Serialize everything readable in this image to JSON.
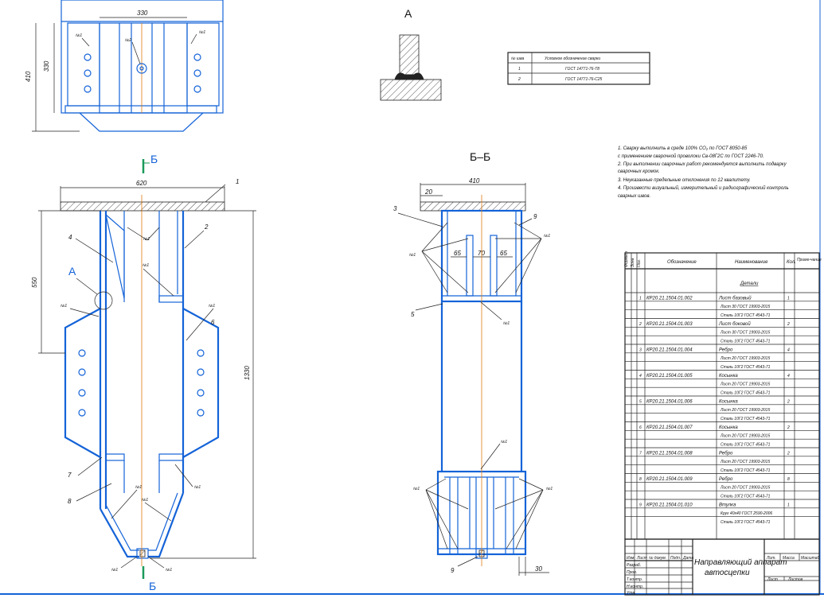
{
  "view_labels": {
    "detail": "А",
    "section_mark": "Б",
    "section_title": "Б–Б"
  },
  "dimensions": {
    "top_width": "330",
    "top_height_outer": "410",
    "top_height_inner": "330",
    "front_width": "620",
    "front_depth": "550",
    "front_total": "1330",
    "section_width": "410",
    "section_20": "20",
    "section_65a": "65",
    "section_70": "70",
    "section_65b": "65",
    "section_30": "30"
  },
  "callouts": {
    "weld": "№1",
    "weld2": "№2",
    "p1": "1",
    "p2": "2",
    "p3": "3",
    "p4": "4",
    "p5": "5",
    "p6": "6",
    "p7": "7",
    "p8": "8",
    "p9": "9"
  },
  "weld_table": {
    "headers": [
      "№ шва",
      "Условное обозначение сварки"
    ],
    "rows": [
      [
        "1",
        "ГОСТ 14771-76-Т8"
      ],
      [
        "2",
        "ГОСТ 14771-76-С25"
      ]
    ]
  },
  "notes": [
    "1. Сварку выполнить в среде 100% CO₂ по ГОСТ 8050-85",
    "с применением сварочной проволоки Св-08Г2С по ГОСТ 2246-70.",
    "2. При выполнении сварочных работ рекомендуется выполнить подварку",
    "сварочных кромок.",
    "3. Неуказанные предельные отклонения по 12 квалитету.",
    "4. Произвести визуальный, измерительный и радиографический контроль",
    "сварных швов."
  ],
  "spec": {
    "headers": [
      "Формат",
      "Зона",
      "Поз.",
      "Обозначение",
      "Наименование",
      "Кол.",
      "Приме-чание"
    ],
    "section": "Детали",
    "items": [
      {
        "pos": "1",
        "code": "КР20.21.1504.01.002",
        "name": "Лист базовый",
        "spec1": "Лист 30 ГОСТ 19903-2015",
        "spec2": "Сталь 10Г2 ГОСТ 4543-71",
        "qty": "1"
      },
      {
        "pos": "2",
        "code": "КР20.21.1504.01.003",
        "name": "Лист боковой",
        "spec1": "Лист 30 ГОСТ 19903-2015",
        "spec2": "Сталь 10Г2 ГОСТ 4543-71",
        "qty": "2"
      },
      {
        "pos": "3",
        "code": "КР20.21.1504.01.004",
        "name": "Ребро",
        "spec1": "Лист 20 ГОСТ 19903-2015",
        "spec2": "Сталь 10Г2 ГОСТ 4543-71",
        "qty": "4"
      },
      {
        "pos": "4",
        "code": "КР20.21.1504.01.005",
        "name": "Косынка",
        "spec1": "Лист 20 ГОСТ 19903-2015",
        "spec2": "Сталь 10Г2 ГОСТ 4543-71",
        "qty": "4"
      },
      {
        "pos": "5",
        "code": "КР20.21.1504.01.006",
        "name": "Косынка",
        "spec1": "Лист 20 ГОСТ 19903-2015",
        "spec2": "Сталь 10Г2 ГОСТ 4543-71",
        "qty": "2"
      },
      {
        "pos": "6",
        "code": "КР20.21.1504.01.007",
        "name": "Косынка",
        "spec1": "Лист 20 ГОСТ 19903-2015",
        "spec2": "Сталь 10Г2 ГОСТ 4543-71",
        "qty": "2"
      },
      {
        "pos": "7",
        "code": "КР20.21.1504.01.008",
        "name": "Ребро",
        "spec1": "Лист 20 ГОСТ 19903-2015",
        "spec2": "Сталь 10Г2 ГОСТ 4543-71",
        "qty": "2"
      },
      {
        "pos": "8",
        "code": "КР20.21.1504.01.009",
        "name": "Ребро",
        "spec1": "Лист 20 ГОСТ 19903-2015",
        "spec2": "Сталь 10Г2 ГОСТ 4543-71",
        "qty": "8"
      },
      {
        "pos": "9",
        "code": "КР20.21.1504.01.010",
        "name": "Втулка",
        "spec1": "Круг 40х40 ГОСТ 2590-2006",
        "spec2": "Сталь 10Г2 ГОСТ 4543-71",
        "qty": "1"
      }
    ]
  },
  "title_block": {
    "title": "Направляющий аппарат",
    "subtitle": "автосцепки",
    "col_headers": [
      "Лит.",
      "Масса",
      "Масштаб"
    ],
    "rows_left": [
      "Изм.",
      "Лист",
      "№ докум.",
      "Подп.",
      "Дата"
    ],
    "roles": [
      "Разраб.",
      "Пров.",
      "Т.контр.",
      "Н.контр.",
      "Утв."
    ],
    "sheet": "Лист",
    "sheets": "Листов"
  },
  "colors": {
    "outline": "#1463d8",
    "axis": "#e07a10",
    "frame": "#1463d8"
  }
}
